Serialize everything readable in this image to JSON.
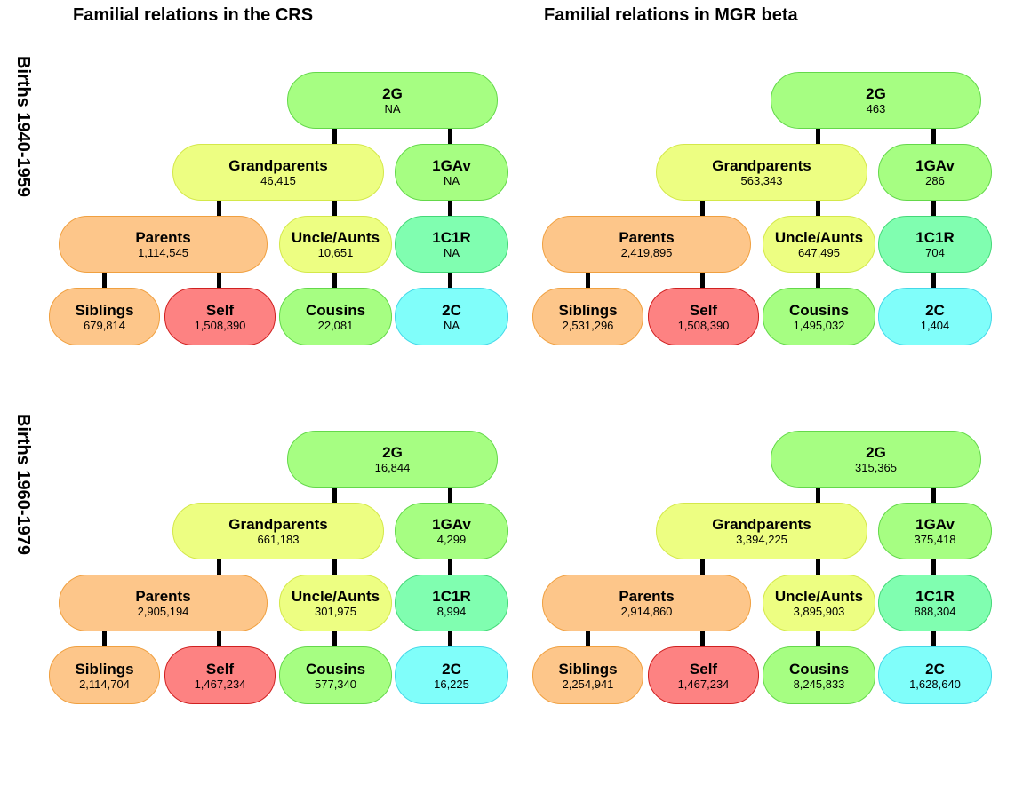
{
  "titles": [
    "Familial relations in the CRS",
    "Familial relations in MGR beta"
  ],
  "row_labels": [
    "Births 1940-1959",
    "Births 1960-1979"
  ],
  "colors": {
    "orange": {
      "fill": "#fdc68a",
      "stroke": "#f0a040"
    },
    "red": {
      "fill": "#fd8282",
      "stroke": "#d02020"
    },
    "yellow": {
      "fill": "#edfe82",
      "stroke": "#d4e84a"
    },
    "green": {
      "fill": "#a6fe82",
      "stroke": "#64d84a"
    },
    "mint": {
      "fill": "#80feb0",
      "stroke": "#44d878"
    },
    "cyan": {
      "fill": "#80fefa",
      "stroke": "#44d8e8"
    }
  },
  "labels": {
    "g2": "2G",
    "grandparents": "Grandparents",
    "gav1": "1GAv",
    "parents": "Parents",
    "uncles": "Uncle/Aunts",
    "c1r1": "1C1R",
    "siblings": "Siblings",
    "self": "Self",
    "cousins": "Cousins",
    "c2": "2C"
  },
  "panels": [
    {
      "row": 0,
      "col": 0,
      "values": {
        "g2": "NA",
        "grandparents": "46,415",
        "gav1": "NA",
        "parents": "1,114,545",
        "uncles": "10,651",
        "c1r1": "NA",
        "siblings": "679,814",
        "self": "1,508,390",
        "cousins": "22,081",
        "c2": "NA"
      }
    },
    {
      "row": 0,
      "col": 1,
      "values": {
        "g2": "463",
        "grandparents": "563,343",
        "gav1": "286",
        "parents": "2,419,895",
        "uncles": "647,495",
        "c1r1": "704",
        "siblings": "2,531,296",
        "self": "1,508,390",
        "cousins": "1,495,032",
        "c2": "1,404"
      }
    },
    {
      "row": 1,
      "col": 0,
      "values": {
        "g2": "16,844",
        "grandparents": "661,183",
        "gav1": "4,299",
        "parents": "2,905,194",
        "uncles": "301,975",
        "c1r1": "8,994",
        "siblings": "2,114,704",
        "self": "1,467,234",
        "cousins": "577,340",
        "c2": "16,225"
      }
    },
    {
      "row": 1,
      "col": 1,
      "values": {
        "g2": "315,365",
        "grandparents": "3,394,225",
        "gav1": "375,418",
        "parents": "2,914,860",
        "uncles": "3,895,903",
        "c1r1": "888,304",
        "siblings": "2,254,941",
        "self": "1,467,234",
        "cousins": "8,245,833",
        "c2": "1,628,640"
      }
    }
  ]
}
